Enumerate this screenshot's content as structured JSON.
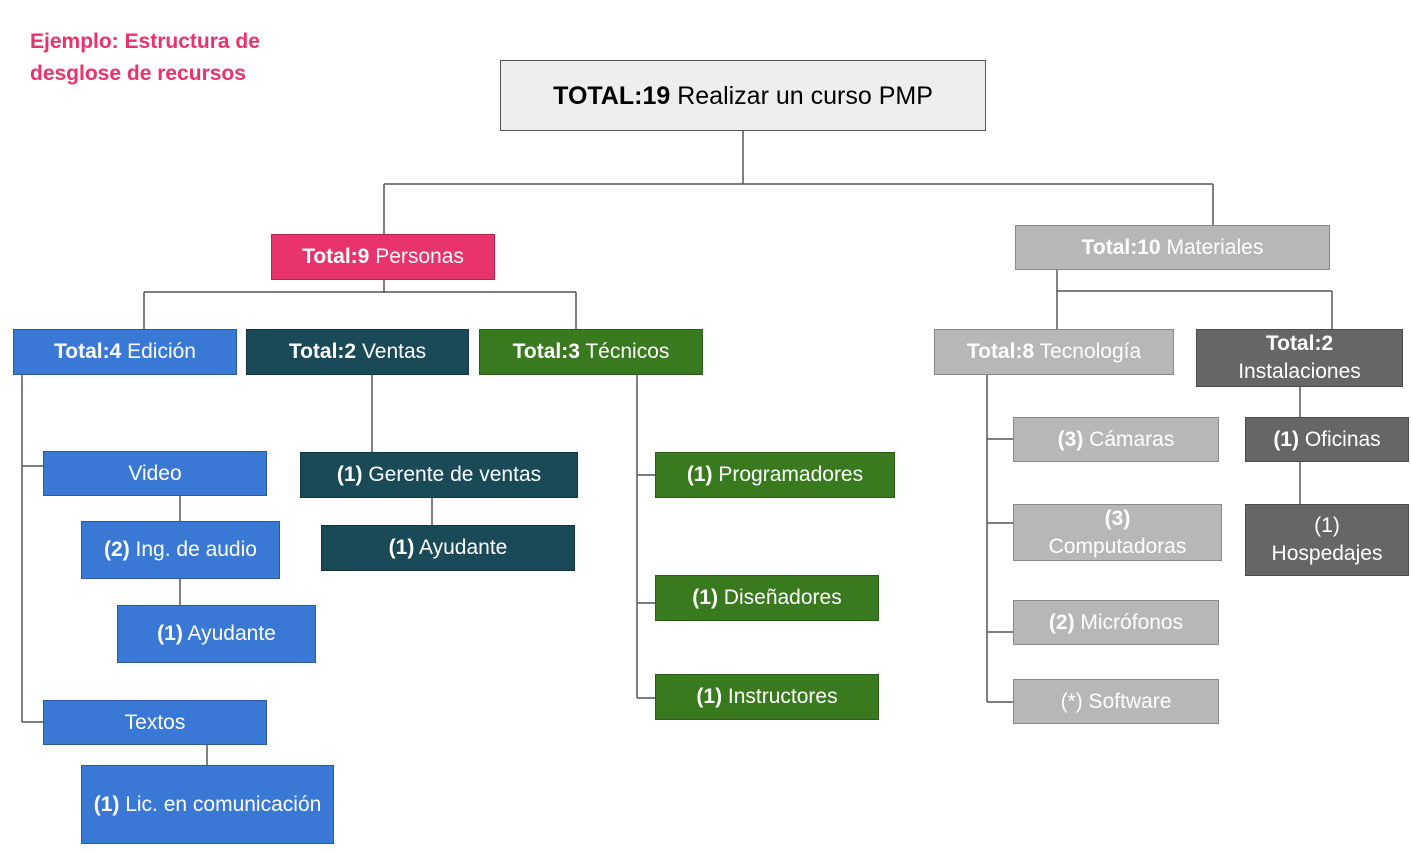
{
  "title": "Ejemplo: Estructura de desglose de recursos",
  "colors": {
    "title": "#e8336d",
    "root": "#eeeeee",
    "personas": "#e8336d",
    "edicion": "#3a78d6",
    "ventas": "#1a4a57",
    "tecnicos": "#3a7a1e",
    "materiales": "#b7b7b7",
    "tecnologia": "#b7b7b7",
    "instalaciones": "#666666",
    "connector": "#555555"
  },
  "nodes": {
    "root": {
      "bold": "TOTAL:19",
      "text": " Realizar un curso PMP"
    },
    "personas": {
      "bold": "Total:9",
      "text": " Personas"
    },
    "materiales": {
      "bold": "Total:10",
      "text": " Materiales"
    },
    "edicion": {
      "bold": "Total:4",
      "text": " Edición"
    },
    "ventas": {
      "bold": "Total:2",
      "text": " Ventas"
    },
    "tecnicos": {
      "bold": "Total:3",
      "text": " Técnicos"
    },
    "tecnologia": {
      "bold": "Total:8",
      "text": " Tecnología"
    },
    "instalaciones": {
      "bold": "Total:2",
      "text": "Instalaciones"
    },
    "video": {
      "bold": "",
      "text": "Video"
    },
    "ing_audio": {
      "bold": "(2)",
      "text": "  Ing. de audio"
    },
    "ayudante_edicion": {
      "bold": "(1)",
      "text": " Ayudante"
    },
    "textos": {
      "bold": "",
      "text": "Textos"
    },
    "lic_comunicacion": {
      "bold": "(1)",
      "text": " Lic. en comunicación"
    },
    "gerente_ventas": {
      "bold": "(1)",
      "text": " Gerente de ventas"
    },
    "ayudante_ventas": {
      "bold": "(1)",
      "text": "  Ayudante"
    },
    "programadores": {
      "bold": "(1)",
      "text": " Programadores"
    },
    "disenadores": {
      "bold": "(1)",
      "text": " Diseñadores"
    },
    "instructores": {
      "bold": "(1)",
      "text": " Instructores"
    },
    "camaras": {
      "bold": "(3)",
      "text": " Cámaras"
    },
    "computadoras": {
      "bold": "(3)",
      "text": "Computadoras"
    },
    "microfonos": {
      "bold": "(2)",
      "text": " Micrófonos"
    },
    "software": {
      "bold": "",
      "text": "(*) Software"
    },
    "oficinas": {
      "bold": "(1)",
      "text": " Oficinas"
    },
    "hospedajes": {
      "bold": "",
      "text": "(1) Hospedajes"
    }
  }
}
